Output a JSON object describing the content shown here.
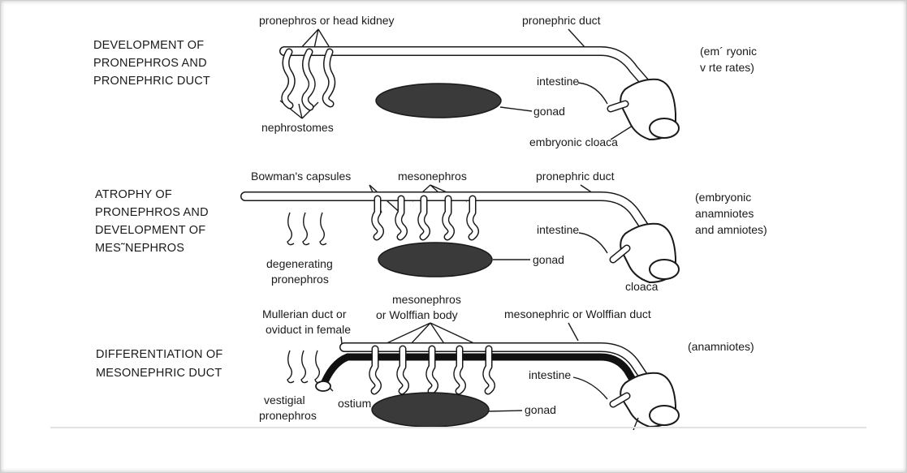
{
  "panels": [
    {
      "title_lines": [
        "DEVELOPMENT OF",
        "PRONEPHROS AND",
        "PRONEPHRIC DUCT"
      ],
      "note_lines": [
        "(em´ ryonic",
        "v rte rates)"
      ],
      "labels": {
        "top_left": "pronephros or head kidney",
        "top_right": "pronephric duct",
        "intestine": "intestine",
        "gonad": "gonad",
        "cloaca": "embryonic cloaca",
        "tubules": "nephrostomes"
      }
    },
    {
      "title_lines": [
        "ATROPHY OF",
        "PRONEPHROS AND",
        "DEVELOPMENT OF",
        "MES˜NEPHROS"
      ],
      "note_lines": [
        "(embryonic",
        "anamniotes",
        "and amniotes)"
      ],
      "labels": {
        "capsules": "Bowman's capsules",
        "mesonephros": "mesonephros",
        "duct": "pronephric duct",
        "intestine": "intestine",
        "gonad": "gonad",
        "cloaca": "cloaca",
        "degenerating_1": "degenerating",
        "degenerating_2": "pronephros"
      }
    },
    {
      "title_lines": [
        "DIFFERENTIATION OF",
        "MESONEPHRIC DUCT"
      ],
      "note_lines": [
        "(anamniotes)"
      ],
      "labels": {
        "mullerian_1": "Mullerian duct or",
        "mullerian_2": "oviduct in female",
        "mesonephros_1": "mesonephros",
        "mesonephros_2": "or Wolffian body",
        "duct": "mesonephric or  Wolffian duct",
        "intestine": "intestine",
        "gonad": "gonad",
        "ostium": "ostium",
        "vestigial_1": "vestigial",
        "vestigial_2": "pronephros"
      }
    }
  ]
}
